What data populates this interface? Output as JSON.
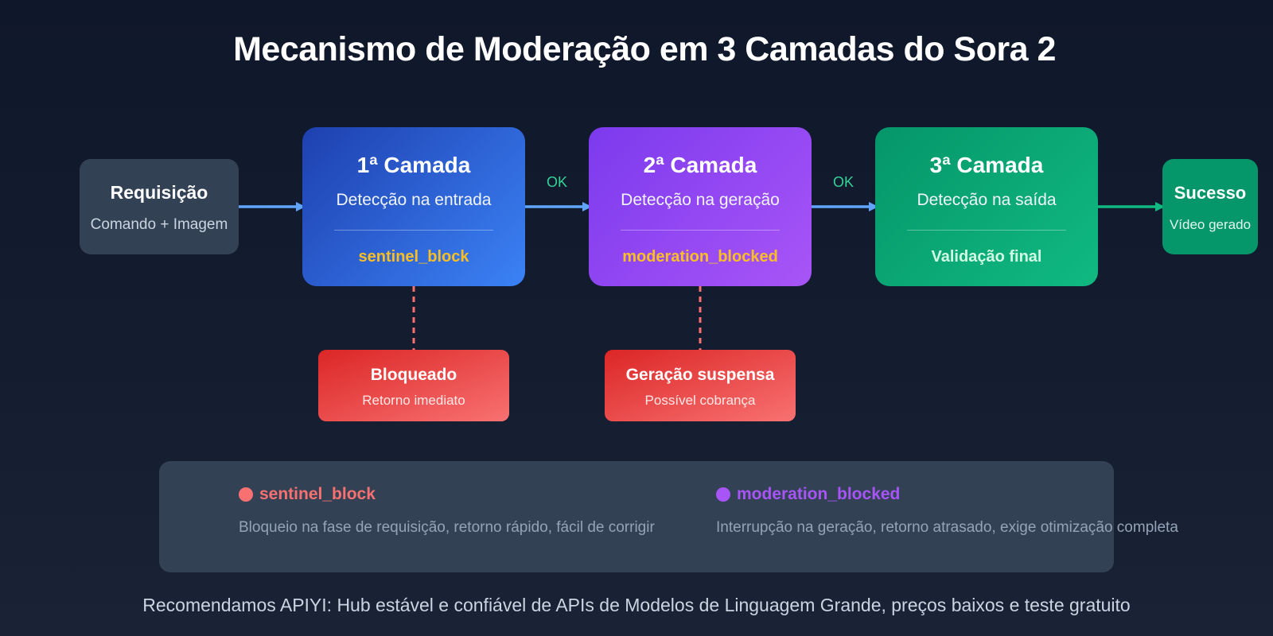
{
  "title": "Mecanismo de Moderação em 3 Camadas do Sora 2",
  "request": {
    "title": "Requisição",
    "subtitle": "Comando + Imagem"
  },
  "layers": [
    {
      "title": "1ª Camada",
      "subtitle": "Detecção na entrada",
      "code": "sentinel_block",
      "color_from": "#1e40af",
      "color_to": "#3b82f6",
      "code_color": "#fbbf24"
    },
    {
      "title": "2ª Camada",
      "subtitle": "Detecção na geração",
      "code": "moderation_blocked",
      "color_from": "#7c3aed",
      "color_to": "#a855f7",
      "code_color": "#fbbf24"
    },
    {
      "title": "3ª Camada",
      "subtitle": "Detecção na saída",
      "code": "Validação final",
      "color_from": "#059669",
      "color_to": "#10b981",
      "code_color": "#d1fae5"
    }
  ],
  "ok_labels": [
    "OK",
    "OK"
  ],
  "success": {
    "title": "Sucesso",
    "subtitle": "Vídeo gerado"
  },
  "blocks": [
    {
      "title": "Bloqueado",
      "subtitle": "Retorno imediato"
    },
    {
      "title": "Geração suspensa",
      "subtitle": "Possível cobrança"
    }
  ],
  "legend": [
    {
      "title": "sentinel_block",
      "color": "#f87171",
      "description": "Bloqueio na fase de requisição, retorno rápido, fácil de corrigir"
    },
    {
      "title": "moderation_blocked",
      "color": "#a855f7",
      "description": "Interrupção na geração, retorno atrasado, exige otimização completa"
    }
  ],
  "footer": "Recomendamos APIYI: Hub estável e confiável de APIs de Modelos de Linguagem Grande, preços baixos e teste gratuito",
  "colors": {
    "background": "#0f172a",
    "flow_arrow": "#60a5fa",
    "success_arrow": "#10b981",
    "block_line": "#f87171",
    "ok_text": "#34d399"
  }
}
